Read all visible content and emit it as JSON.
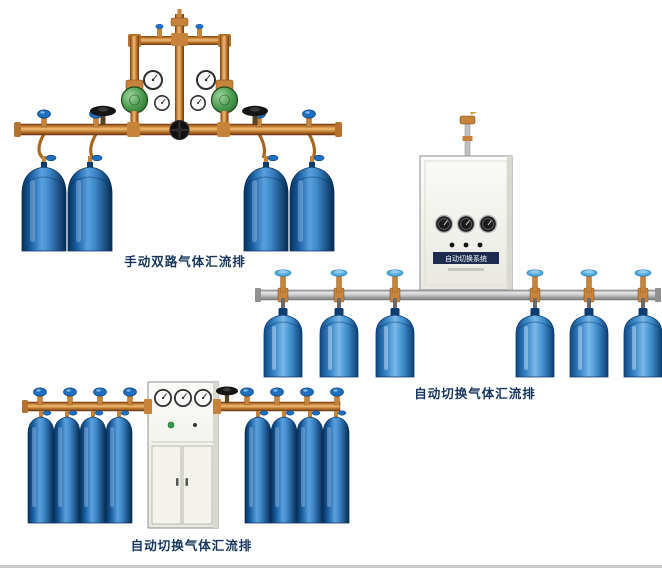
{
  "page": {
    "background": "#ffffff"
  },
  "products": [
    {
      "id": "manual-dual-circuit-manifold",
      "caption": "手动双路气体汇流排",
      "cylinder_count": 4
    },
    {
      "id": "auto-switch-manifold-wall-cabinet",
      "caption": "自动切换气体汇流排",
      "cabinet_label": "自动切换系统",
      "bottle_count": 6
    },
    {
      "id": "auto-switch-manifold-floor-cabinet",
      "caption": "自动切换气体汇流排",
      "cylinder_count": 8
    }
  ],
  "colors": {
    "brass": "#c8833a",
    "copper_dark": "#7a3e16",
    "cylinder_blue": "#1f6cb5",
    "cap_blue": "#1e6fc0",
    "steel": "#c9c9c9",
    "cabinet": "#f4f4ef",
    "caption_text": "#16365c",
    "divider": "#c9c9c9"
  }
}
